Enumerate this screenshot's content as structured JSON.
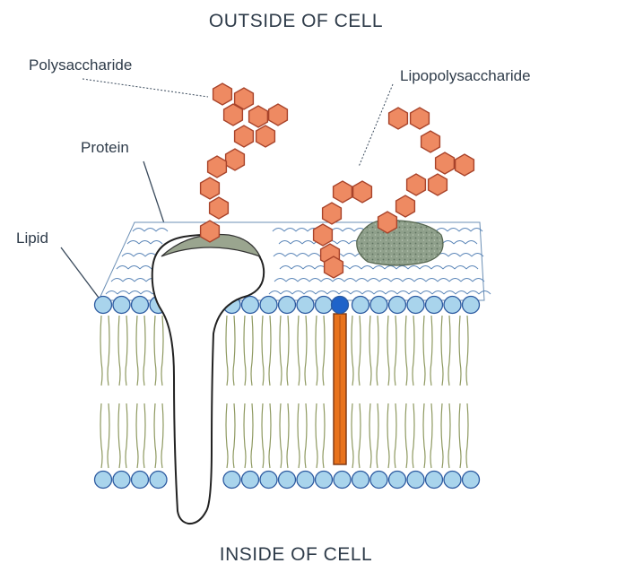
{
  "diagram": {
    "title_top": "OUTSIDE OF CELL",
    "title_bottom": "INSIDE OF CELL",
    "labels": {
      "polysaccharide": "Polysaccharide",
      "lipopolysaccharide": "Lipopolysaccharide",
      "protein": "Protein",
      "lipid": "Lipid"
    }
  },
  "colors": {
    "sugar_fill": "#ee8a62",
    "sugar_stroke": "#a8432a",
    "lipid_head_fill": "#a9d4ec",
    "lipid_head_stroke": "#2c5aa0",
    "anchor_head": "#1f63c9",
    "anchor_tail": "#e8721c",
    "lipid_tail": "#8e9960",
    "protein_fill": "#ffffff",
    "glyco_patch": "#8fa08b",
    "label_text": "#2f3c4a"
  },
  "icons": {
    "sugar_unit": "hexagon",
    "lipid_head": "circle"
  }
}
